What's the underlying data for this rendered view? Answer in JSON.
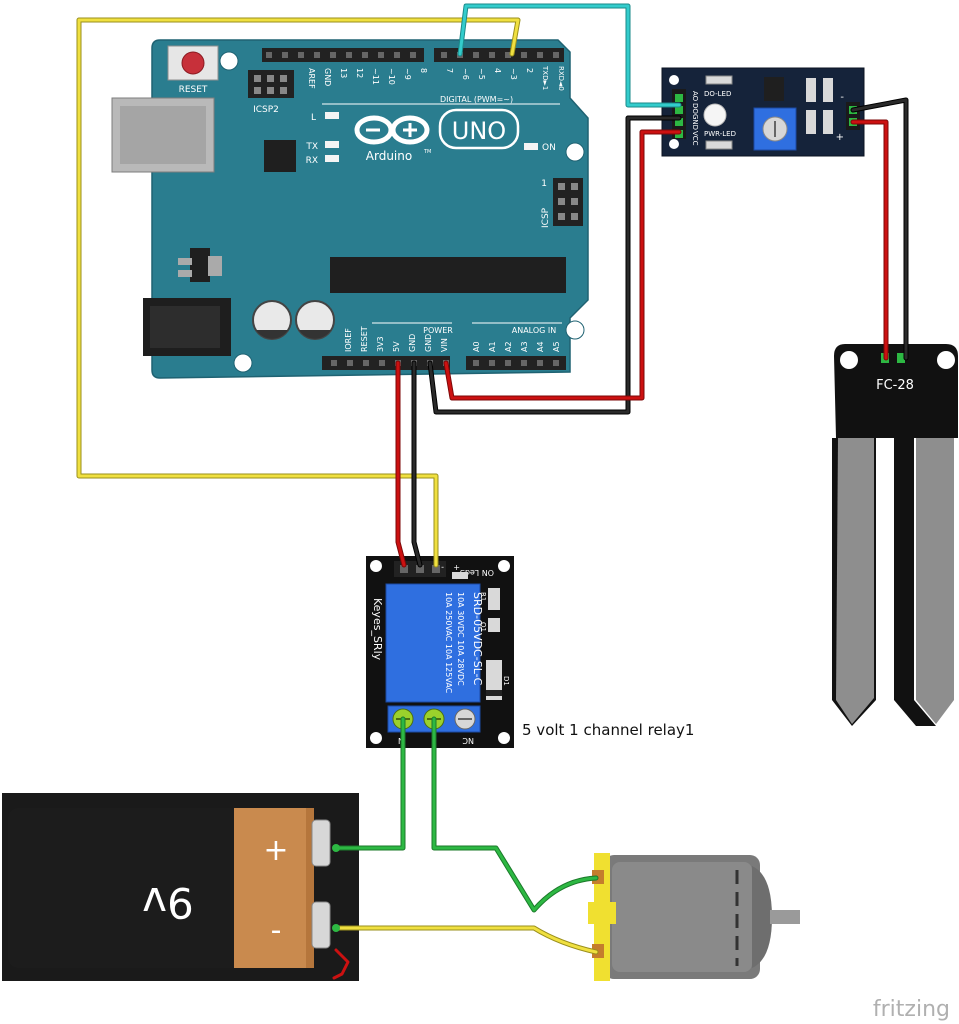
{
  "arduino": {
    "reset": "RESET",
    "icsp2": "ICSP2",
    "top_header_pins": [
      "AREF",
      "GND",
      "13",
      "12",
      "~11",
      "~10",
      "~9",
      "8"
    ],
    "digital_pins": [
      "7",
      "~6",
      "~5",
      "4",
      "~3",
      "2",
      "TXD►1",
      "RXD◄0"
    ],
    "digital_label": "DIGITAL (PWM=~)",
    "led_l": "L",
    "led_tx": "TX",
    "led_rx": "RX",
    "brand": "Arduino",
    "tm": "TM",
    "model": "UNO",
    "on": "ON",
    "icsp": "ICSP",
    "icsp_pin1": "1",
    "power_pins": [
      "IOREF",
      "RESET",
      "3V3",
      "5V",
      "GND",
      "GND",
      "VIN"
    ],
    "power_label": "POWER",
    "analog_pins": [
      "A0",
      "A1",
      "A2",
      "A3",
      "A4",
      "A5"
    ],
    "analog_label": "ANALOG IN"
  },
  "sensor_module": {
    "pins": [
      "AO",
      "DO",
      "GND",
      "VCC"
    ],
    "do_led": "DO-LED",
    "pwr_led": "PWR-LED",
    "minus": "-",
    "plus": "+"
  },
  "probe": {
    "label": "FC-28"
  },
  "relay": {
    "pin_labels": [
      "-",
      "+",
      "S"
    ],
    "on_led": "ON Led",
    "brand": "Keyes_SRly",
    "coil_model": "SRD-05VDC-SL-C",
    "ratings_1": "10A 250VAC  10A 125VAC",
    "ratings_2": "10A 30VDC   10A 28VDC",
    "r1": "R1",
    "q1": "Q1",
    "d1": "D1",
    "terminal_left": "N",
    "terminal_right": "NC",
    "caption": "5 volt 1 channel relay1"
  },
  "battery": {
    "plus": "+",
    "minus": "-",
    "voltage": "9v"
  },
  "watermark": "fritzing",
  "colors": {
    "board_teal": "#2a7d8f",
    "wire_red": "#cc1111",
    "wire_black": "#1a1a1a",
    "wire_yellow": "#f0e040",
    "wire_cyan": "#33cccc",
    "wire_green": "#2db843",
    "relay_blue": "#2f6fe0",
    "module_navy": "#15233a",
    "battery_copper": "#c98a4e",
    "motor_grey": "#7a7a7a",
    "motor_cap": "#f0e030"
  }
}
